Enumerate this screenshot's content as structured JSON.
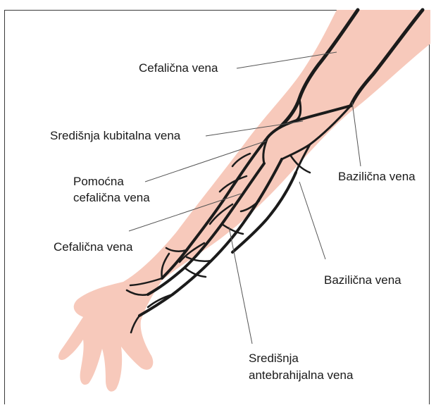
{
  "colors": {
    "skin": "#f7c9bb",
    "vein": "#1b1b1b",
    "leader": "#555555",
    "frame": "#3a3a3a"
  },
  "labels": {
    "cephalic_upper": "Cefalična vena",
    "median_cubital": "Središnja kubitalna vena",
    "accessory_line1": "Pomoćna",
    "accessory_line2": "cefalična vena",
    "cephalic_forearm": "Cefalična vena",
    "basilic_upper": "Bazilična vena",
    "basilic_forearm": "Bazilična vena",
    "median_antebrachial_line1": "Središnja",
    "median_antebrachial_line2": "antebrahijalna vena"
  }
}
